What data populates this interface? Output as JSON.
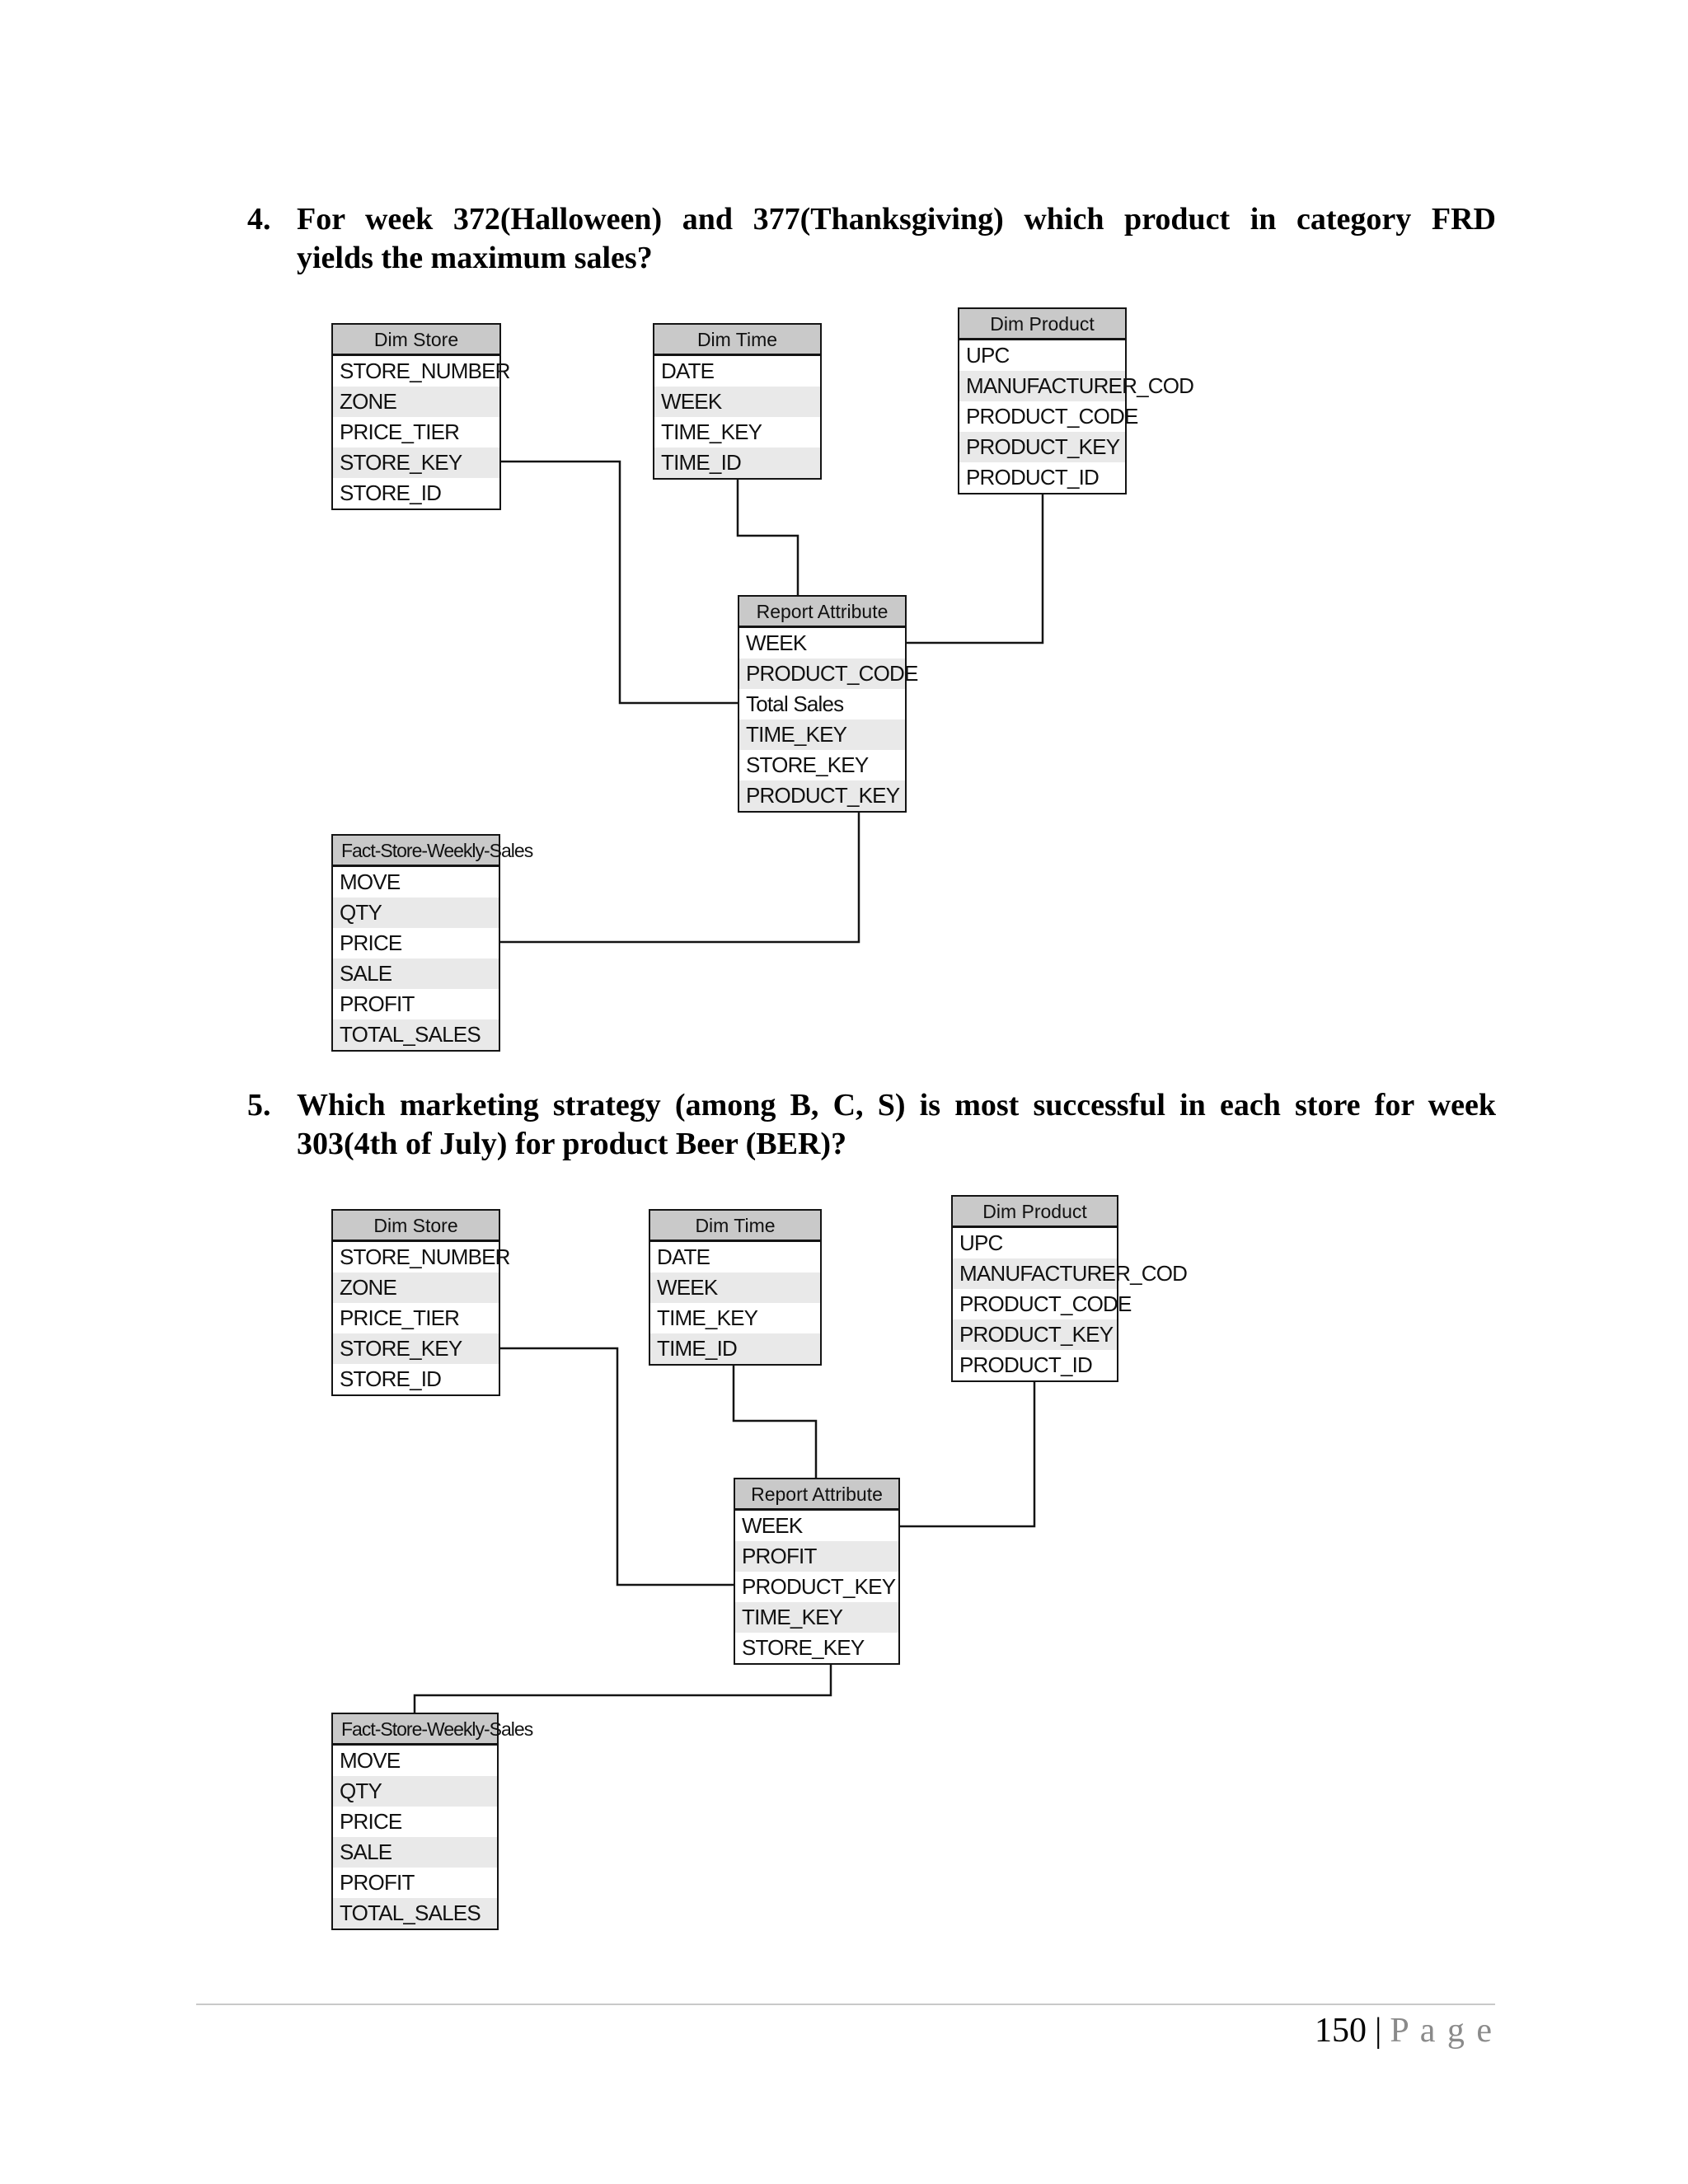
{
  "document": {
    "questions": [
      {
        "number": "4.",
        "lines": [
          "For week 372(Halloween) and 377(Thanksgiving) which product in category FRD",
          "yields the maximum sales?"
        ]
      },
      {
        "number": "5.",
        "lines": [
          "Which marketing strategy (among B, C, S) is most successful in each store for week",
          "303(4th of July) for product Beer (BER)?"
        ]
      }
    ],
    "footer": {
      "page_number": "150",
      "separator": "|",
      "page_label": "P a g e"
    }
  },
  "diagram1": {
    "dim_store": {
      "title": "Dim Store",
      "rows": [
        "STORE_NUMBER",
        "ZONE",
        "PRICE_TIER",
        "STORE_KEY",
        "STORE_ID"
      ]
    },
    "dim_time": {
      "title": "Dim Time",
      "rows": [
        "DATE",
        "WEEK",
        "TIME_KEY",
        "TIME_ID"
      ]
    },
    "dim_product": {
      "title": "Dim Product",
      "rows": [
        "UPC",
        "MANUFACTURER_COD",
        "PRODUCT_CODE",
        "PRODUCT_KEY",
        "PRODUCT_ID"
      ]
    },
    "report_attribute": {
      "title": "Report Attribute",
      "rows": [
        "WEEK",
        "PRODUCT_CODE",
        "Total Sales",
        "TIME_KEY",
        "STORE_KEY",
        "PRODUCT_KEY"
      ]
    },
    "fact": {
      "title": "Fact-Store-Weekly-Sales",
      "rows": [
        "MOVE",
        "QTY",
        "PRICE",
        "SALE",
        "PROFIT",
        "TOTAL_SALES"
      ]
    }
  },
  "diagram2": {
    "dim_store": {
      "title": "Dim Store",
      "rows": [
        "STORE_NUMBER",
        "ZONE",
        "PRICE_TIER",
        "STORE_KEY",
        "STORE_ID"
      ]
    },
    "dim_time": {
      "title": "Dim Time",
      "rows": [
        "DATE",
        "WEEK",
        "TIME_KEY",
        "TIME_ID"
      ]
    },
    "dim_product": {
      "title": "Dim Product",
      "rows": [
        "UPC",
        "MANUFACTURER_COD",
        "PRODUCT_CODE",
        "PRODUCT_KEY",
        "PRODUCT_ID"
      ]
    },
    "report_attribute": {
      "title": "Report Attribute",
      "rows": [
        "WEEK",
        "PROFIT",
        "PRODUCT_KEY",
        "TIME_KEY",
        "STORE_KEY"
      ]
    },
    "fact": {
      "title": "Fact-Store-Weekly-Sales",
      "rows": [
        "MOVE",
        "QTY",
        "PRICE",
        "SALE",
        "PROFIT",
        "TOTAL_SALES"
      ]
    }
  },
  "colors": {
    "table_header_bg": "#c9c9c9",
    "row_alt_bg": "#e9e9e9",
    "table_border": "#141414",
    "footer_grey": "#8a8a8a",
    "rule_grey": "#c9c9c9"
  }
}
